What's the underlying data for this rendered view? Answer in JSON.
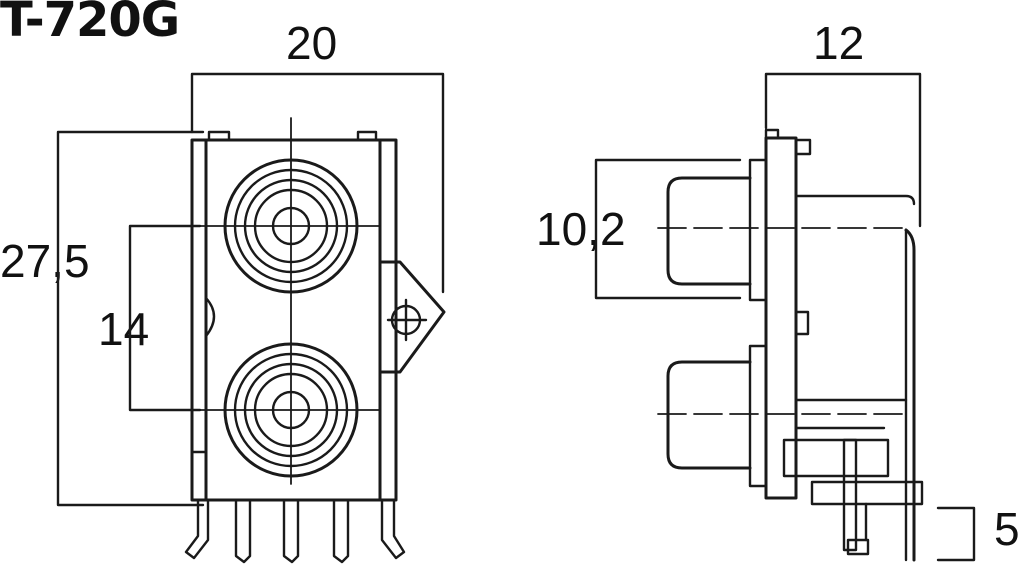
{
  "model": "T-720G",
  "dimensions": {
    "front_width": "20",
    "front_height": "27,5",
    "jack_spacing": "14",
    "side_depth": "12",
    "side_jack_height": "10,2",
    "pin_length": "5"
  },
  "colors": {
    "line": "#1a1a1a",
    "background": "#ffffff"
  }
}
